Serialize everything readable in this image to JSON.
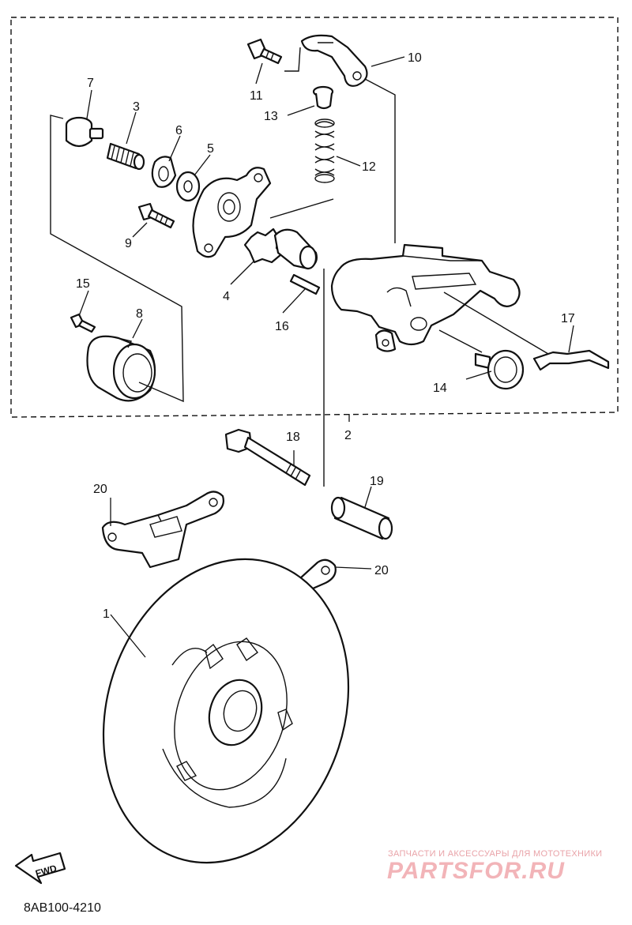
{
  "diagram": {
    "part_labels": [
      "1",
      "2",
      "3",
      "4",
      "5",
      "6",
      "7",
      "8",
      "9",
      "10",
      "11",
      "12",
      "13",
      "14",
      "15",
      "16",
      "17",
      "18",
      "19",
      "20",
      "20"
    ],
    "fwd_label": "FWD",
    "diagram_code": "8AB100-4210"
  },
  "watermark": {
    "tagline": "ЗАПЧАСТИ И АКСЕССУАРЫ ДЛЯ МОТОТЕХНИКИ",
    "brand": "PARTSFOR.RU",
    "color": "#f2b4b8"
  }
}
